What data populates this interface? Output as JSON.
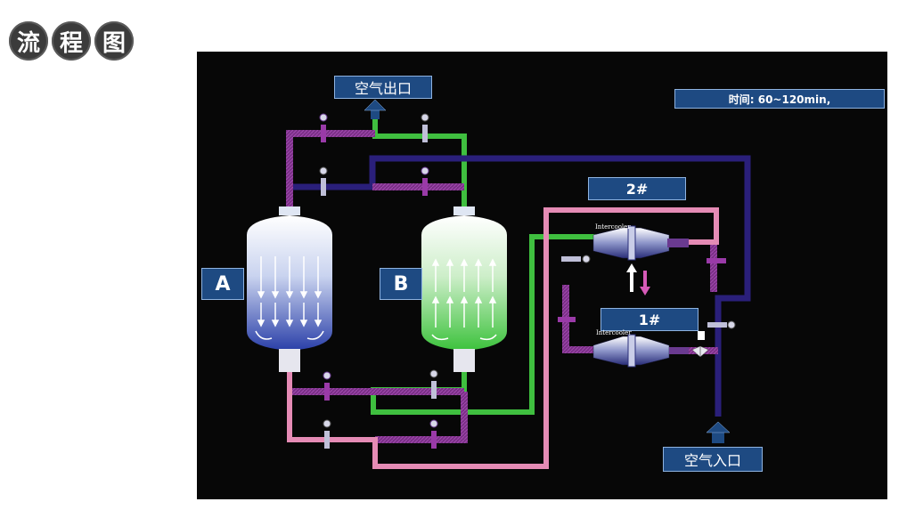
{
  "header": {
    "title_chars": [
      "流",
      "程",
      "图"
    ]
  },
  "labels": {
    "air_outlet": "空气出口",
    "air_inlet": "空气入口",
    "time": "时间: 60~120min,",
    "tower_a": "A",
    "tower_b": "B",
    "unit_2": "2#",
    "unit_1": "1#",
    "intercooler_2": "Intercooler",
    "intercooler_1": "Intercooler"
  },
  "colors": {
    "background": "#070707",
    "green_pipe": "#3fbf3f",
    "blue_pipe": "#2a1f7a",
    "purple_pipe": "#7a2f86",
    "pink_pipe": "#e58bb5",
    "label_fill": "#1e4a82"
  }
}
